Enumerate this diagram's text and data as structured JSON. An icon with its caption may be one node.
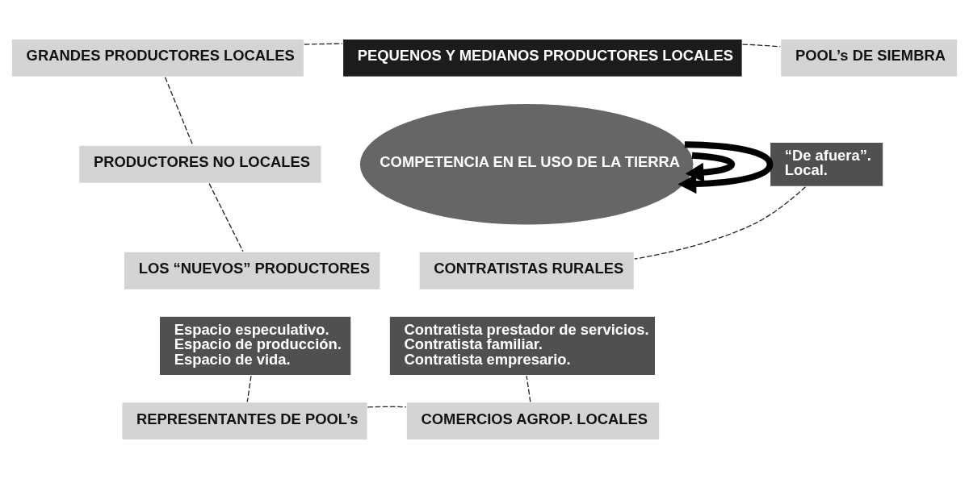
{
  "diagram": {
    "nodes": [
      {
        "text": [
          "PEQUENOS Y MEDIANOS PRODUCTORES LOCALES"
        ]
      },
      {
        "text": [
          "GRANDES PRODUCTORES LOCALES"
        ]
      },
      {
        "text": [
          "POOL’s DE SIEMBRA"
        ]
      },
      {
        "text": [
          "“De afuera”.",
          "Local."
        ]
      },
      {
        "text": [
          "PRODUCTORES NO LOCALES"
        ]
      },
      {
        "text": [
          "COMPETENCIA EN EL USO DE LA TIERRA"
        ]
      },
      {
        "text": [
          "LOS “NUEVOS” PRODUCTORES"
        ]
      },
      {
        "text": [
          "CONTRATISTAS RURALES"
        ]
      },
      {
        "text": [
          "Espacio especulativo.",
          "Espacio de producción.",
          "Espacio de vida."
        ]
      },
      {
        "text": [
          "Contratista prestador de servicios.",
          "Contratista familiar.",
          "Contratista empresario."
        ]
      },
      {
        "text": [
          "REPRESENTANTES DE POOL’s"
        ]
      },
      {
        "text": [
          "COMERCIOS AGROP. LOCALES"
        ]
      }
    ],
    "edges": [
      {
        "from": 1,
        "to": 0,
        "arrow": "none",
        "style": "dashed"
      },
      {
        "from": 0,
        "to": 2,
        "arrow": "none",
        "style": "dashed"
      },
      {
        "from": 1,
        "to": 4,
        "arrow": "none",
        "style": "dashed"
      },
      {
        "from": 3,
        "to": 7,
        "arrow": "none",
        "style": "dashed"
      },
      {
        "from": 4,
        "to": 6,
        "arrow": "none",
        "style": "dashed"
      },
      {
        "from": 8,
        "to": 10,
        "arrow": "none",
        "style": "dashed"
      },
      {
        "from": 10,
        "to": 11,
        "arrow": "none",
        "style": "dashed"
      },
      {
        "from": 11,
        "to": 9,
        "arrow": "none",
        "style": "dashed"
      },
      {
        "from": 5,
        "to": 5,
        "arrow": "to",
        "style": "thick"
      },
      {
        "from": 5,
        "to": 5,
        "arrow": "to",
        "style": "thick"
      }
    ]
  }
}
